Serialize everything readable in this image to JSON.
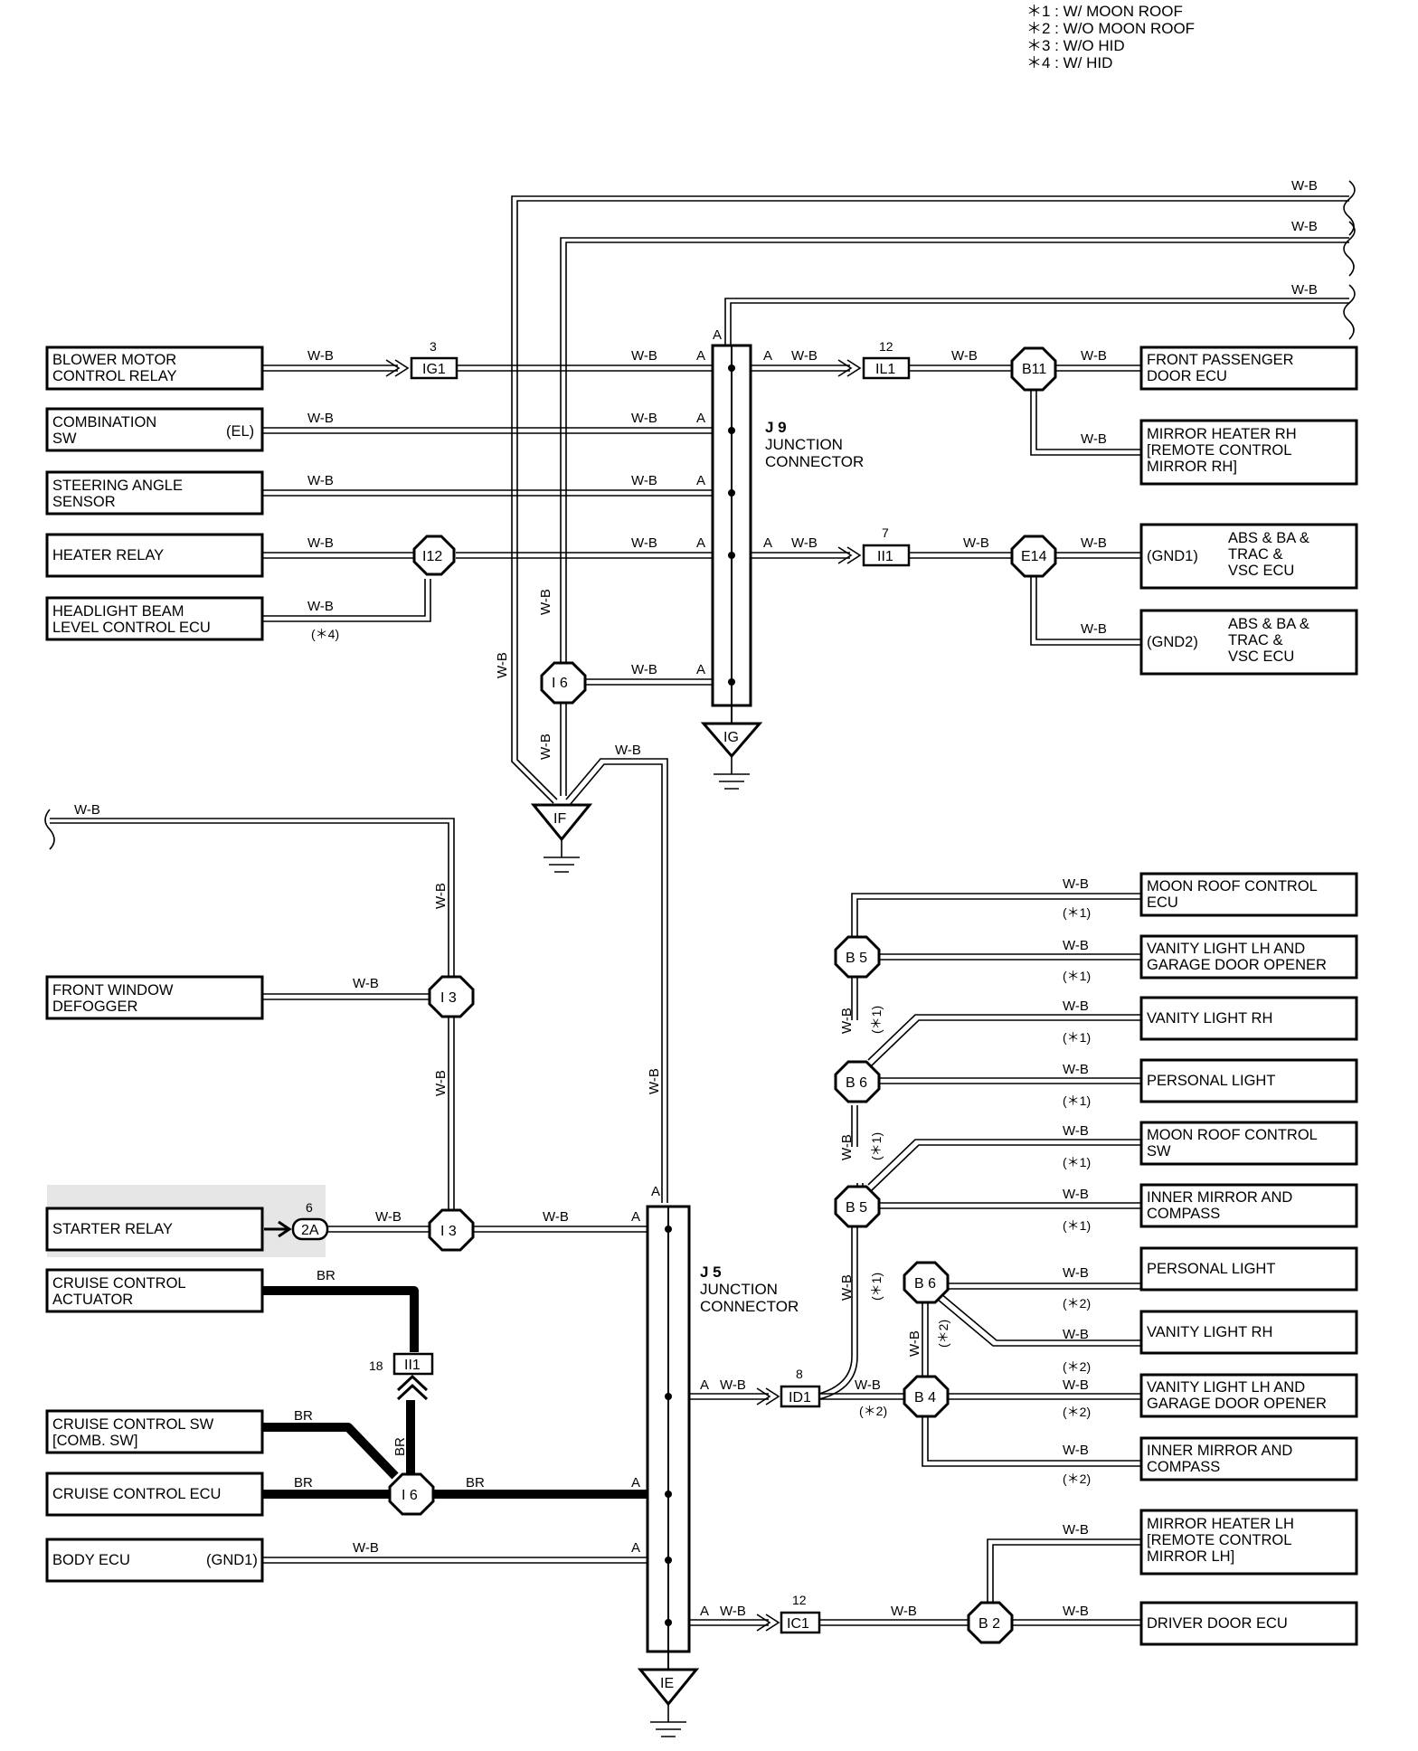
{
  "legend": [
    "＊1 : W/ MOON ROOF",
    "＊2 : W/O MOON ROOF",
    "＊3 : W/O HID",
    "＊4 : W/ HID"
  ],
  "wire_color": "W-B",
  "wire_color_br": "BR",
  "components": {
    "blower_motor_control_relay": [
      "BLOWER MOTOR",
      "CONTROL RELAY"
    ],
    "combination_sw": [
      "COMBINATION",
      "SW"
    ],
    "combination_sw_terminal": "(EL)",
    "steering_angle_sensor": [
      "STEERING ANGLE",
      "SENSOR"
    ],
    "heater_relay": [
      "HEATER RELAY"
    ],
    "headlight_beam_level_control_ecu": [
      "HEADLIGHT BEAM",
      "LEVEL CONTROL ECU"
    ],
    "front_passenger_door_ecu": [
      "FRONT PASSENGER",
      "DOOR ECU"
    ],
    "mirror_heater_rh": [
      "MIRROR HEATER RH",
      "[REMOTE CONTROL",
      " MIRROR RH]"
    ],
    "abs_ecu_gnd1": [
      "ABS & BA &",
      "TRAC &",
      "VSC ECU"
    ],
    "abs_ecu_gnd1_terminal": "(GND1)",
    "abs_ecu_gnd2": [
      "ABS & BA &",
      "TRAC &",
      "VSC ECU"
    ],
    "abs_ecu_gnd2_terminal": "(GND2)",
    "front_window_defogger": [
      "FRONT WINDOW",
      "DEFOGGER"
    ],
    "starter_relay": [
      "STARTER RELAY"
    ],
    "cruise_control_actuator": [
      "CRUISE CONTROL",
      "ACTUATOR"
    ],
    "cruise_control_sw": [
      "CRUISE CONTROL SW",
      "[COMB. SW]"
    ],
    "cruise_control_ecu": [
      "CRUISE CONTROL ECU"
    ],
    "body_ecu": [
      "BODY ECU"
    ],
    "body_ecu_terminal": "(GND1)",
    "moon_roof_control_ecu": [
      "MOON ROOF CONTROL",
      "ECU"
    ],
    "vanity_light_lh_1": [
      "VANITY LIGHT LH AND",
      "GARAGE DOOR OPENER"
    ],
    "vanity_light_rh_1": [
      "VANITY LIGHT RH"
    ],
    "personal_light_1": [
      "PERSONAL LIGHT"
    ],
    "moon_roof_control_sw": [
      "MOON ROOF CONTROL",
      "SW"
    ],
    "inner_mirror_1": [
      "INNER MIRROR AND",
      "COMPASS"
    ],
    "personal_light_2": [
      "PERSONAL LIGHT"
    ],
    "vanity_light_rh_2": [
      "VANITY LIGHT RH"
    ],
    "vanity_light_lh_2": [
      "VANITY LIGHT LH AND",
      "GARAGE DOOR OPENER"
    ],
    "inner_mirror_2": [
      "INNER MIRROR AND",
      "COMPASS"
    ],
    "mirror_heater_lh": [
      "MIRROR HEATER LH",
      "[REMOTE CONTROL",
      " MIRROR LH]"
    ],
    "driver_door_ecu": [
      "DRIVER DOOR ECU"
    ]
  },
  "connectors": {
    "ig1": "IG1",
    "ig1_pin": "3",
    "il1": "IL1",
    "il1_pin": "12",
    "ii1_top": "II1",
    "ii1_top_pin": "7",
    "ii1_cruise": "II1",
    "ii1_cruise_pin": "18",
    "id1": "ID1",
    "id1_pin": "8",
    "ic1": "IC1",
    "ic1_pin": "12",
    "c2a": "2A",
    "c2a_pin": "6"
  },
  "splices": {
    "b11": "B11",
    "i12": "I12",
    "e14": "E14",
    "i6_top": "I 6",
    "i3_upper": "I 3",
    "i3_lower": "I 3",
    "i6_br": "I 6",
    "b5_top": "B 5",
    "b6_top": "B 6",
    "b5_mid": "B 5",
    "b6_low": "B 6",
    "b4": "B 4",
    "b2": "B 2"
  },
  "grounds": {
    "ig": "IG",
    "if": "IF",
    "ie": "IE"
  },
  "junctions": {
    "j9": [
      "J 9",
      "JUNCTION",
      "CONNECTOR"
    ],
    "j5": [
      "J 5",
      "JUNCTION",
      "CONNECTOR"
    ]
  },
  "pin_a": "A",
  "notes": {
    "n1": "(＊1)",
    "n2": "(＊2)",
    "n4": "(＊4)"
  }
}
